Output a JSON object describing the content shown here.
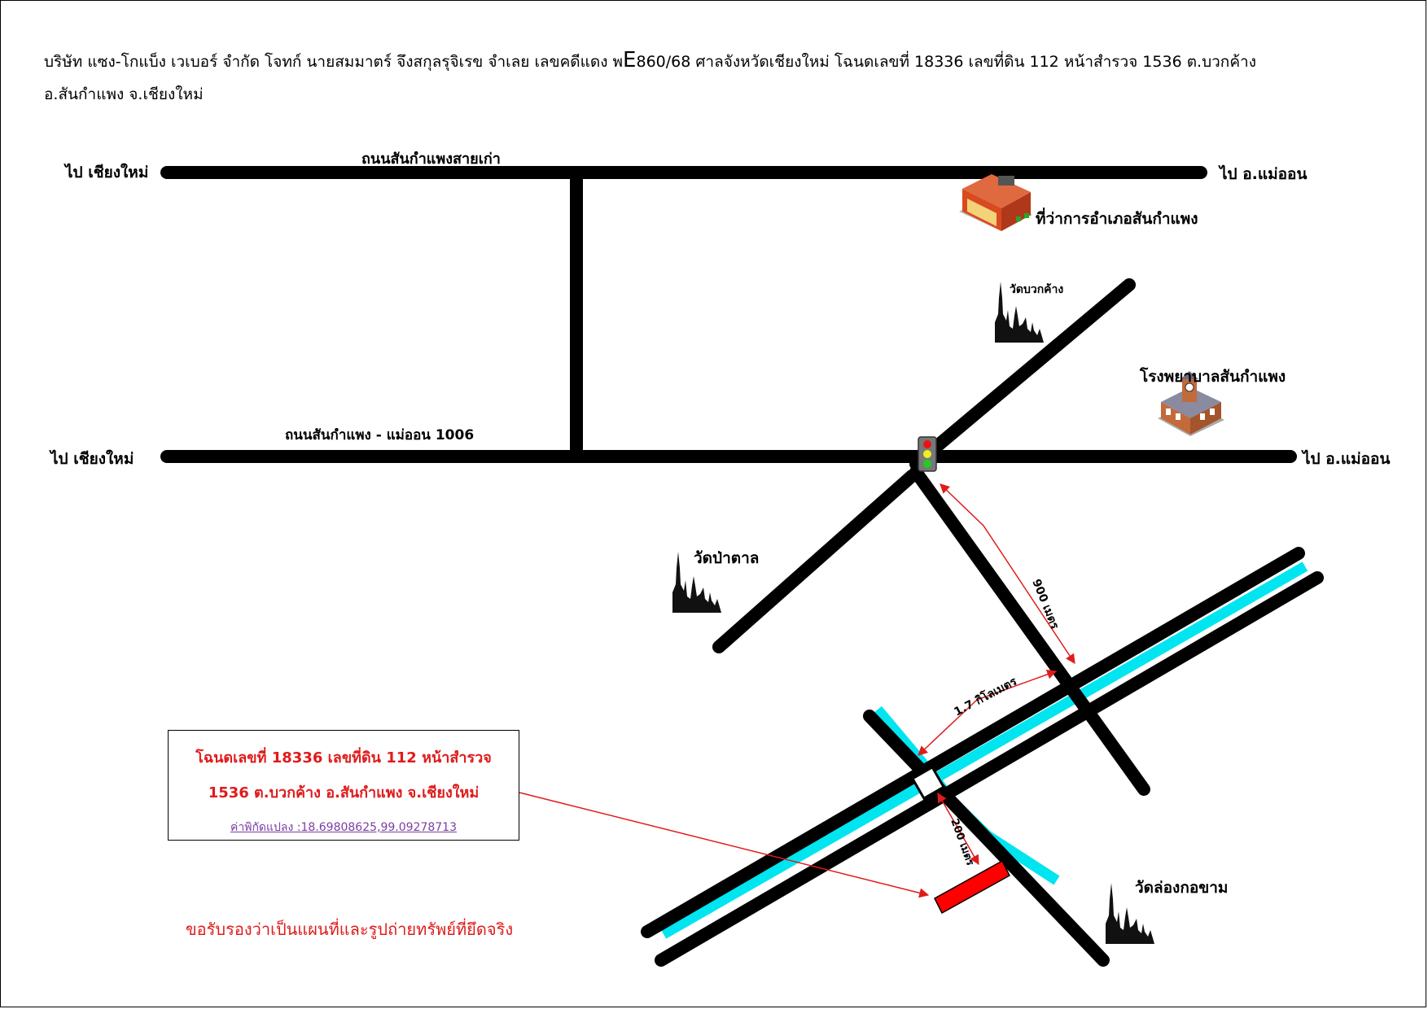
{
  "header": {
    "line1_a": "บริษัท แซง-โกแบ็ง เวเบอร์ จำกัด  โจทก์  นายสมมาตร์ จึงสกุลรุจิเรข  จำเลย  เลขคดีแดง พ",
    "line1_big": "E",
    "line1_b": "860/68  ศาลจังหวัดเชียงใหม่  โฉนดเลขที่ 18336 เลขที่ดิน 112 หน้าสำรวจ 1536 ต.บวกค้าง",
    "line2": "อ.สันกำแพง จ.เชียงใหม่"
  },
  "roads": {
    "old_road": "ถนนสันกำแพงสายเก่า",
    "main_road": "ถนนสันกำแพง - แม่ออน 1006"
  },
  "directions": {
    "to_chiangmai_top": "ไป เชียงใหม่",
    "to_maeon_top": "ไป อ.แม่ออน",
    "to_chiangmai_mid": "ไป เชียงใหม่",
    "to_maeon_mid": "ไป อ.แม่ออน"
  },
  "landmarks": {
    "district_office": "ที่ว่าการอำเภอสันกำแพง",
    "wat_buak_khang": "วัดบวกค้าง",
    "hospital": "โรงพยาบาลสันกำแพง",
    "wat_pa_tan": "วัดป่าตาล",
    "wat_long_kor_kham": "วัดล่องกอขาม"
  },
  "distances": {
    "d900": "900 เมตร",
    "d1_7km": "1.7 กิโลเมตร",
    "d200": "200 เมตร"
  },
  "infobox": {
    "line1": "โฉนดเลขที่ 18336 เลขที่ดิน 112 หน้าสำรวจ",
    "line2": "1536 ต.บวกค้าง อ.สันกำแพง จ.เชียงใหม่",
    "coords": "ค่าพิกัดแปลง :18.69808625,99.09278713"
  },
  "certify_text": "ขอรับรองว่าเป็นแผนที่และรูปถ่ายทรัพย์ที่ยึดจริง",
  "colors": {
    "road": "#000000",
    "canal": "#00e5f0",
    "plot": "#ff0000",
    "arrow": "#e01b1b",
    "highlight_text": "#e01b1b",
    "link": "#7a3ea3"
  },
  "icons": {
    "traffic_light": "traffic-light-icon",
    "office": "building-icon",
    "temple": "temple-icon",
    "hospital": "hospital-icon"
  }
}
